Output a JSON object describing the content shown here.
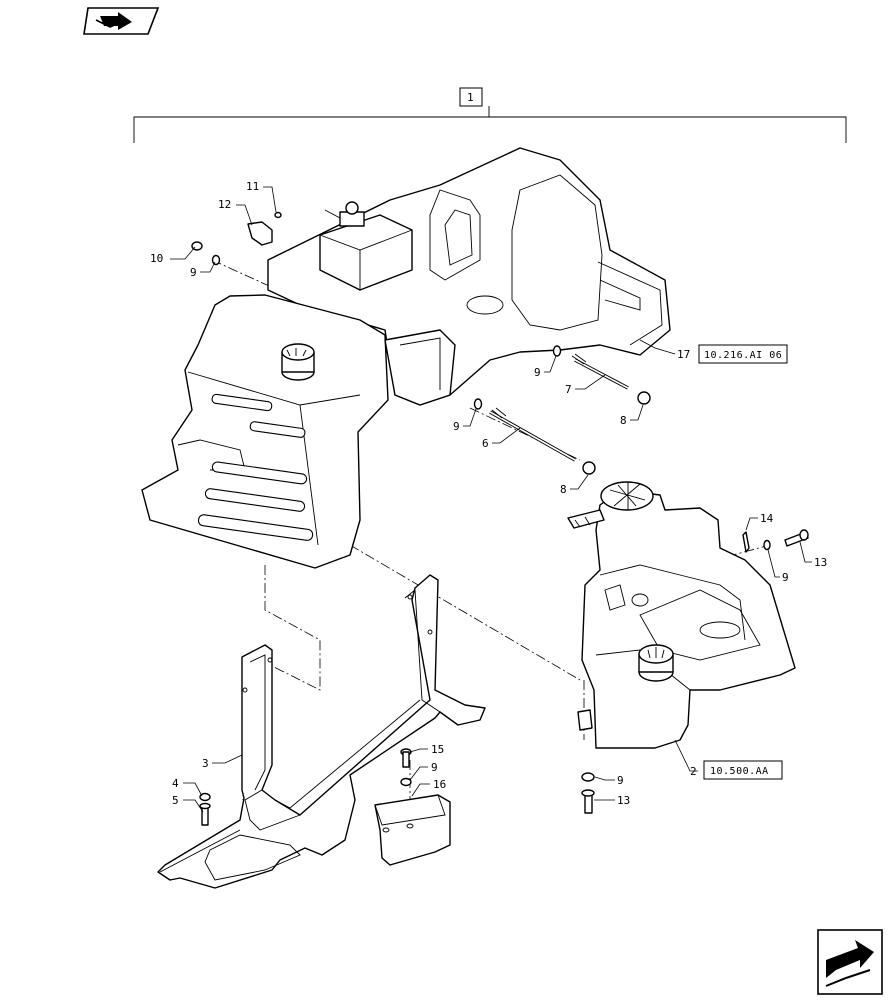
{
  "title_box_label": "1",
  "callouts": [
    {
      "id": "c10a",
      "text": "10"
    },
    {
      "id": "c11",
      "text": "11"
    },
    {
      "id": "c12",
      "text": "12"
    },
    {
      "id": "c9a",
      "text": "9"
    },
    {
      "id": "c17",
      "text": "17"
    },
    {
      "id": "c9b",
      "text": "9"
    },
    {
      "id": "c7",
      "text": "7"
    },
    {
      "id": "c8a",
      "text": "8"
    },
    {
      "id": "c9c",
      "text": "9"
    },
    {
      "id": "c6",
      "text": "6"
    },
    {
      "id": "c8b",
      "text": "8"
    },
    {
      "id": "c14",
      "text": "14"
    },
    {
      "id": "c9d",
      "text": "9"
    },
    {
      "id": "c13a",
      "text": "13"
    },
    {
      "id": "c3",
      "text": "3"
    },
    {
      "id": "c4",
      "text": "4"
    },
    {
      "id": "c5",
      "text": "5"
    },
    {
      "id": "c15",
      "text": "15"
    },
    {
      "id": "c9e",
      "text": "9"
    },
    {
      "id": "c16",
      "text": "16"
    },
    {
      "id": "c2",
      "text": "2"
    },
    {
      "id": "c9f",
      "text": "9"
    },
    {
      "id": "c13b",
      "text": "13"
    }
  ],
  "references": {
    "ref_17": "10.216.AI 06",
    "ref_2": "10.500.AA"
  },
  "icons": {
    "top_left": "book-arrow-icon",
    "bottom_right": "next-page-arrow-icon"
  }
}
